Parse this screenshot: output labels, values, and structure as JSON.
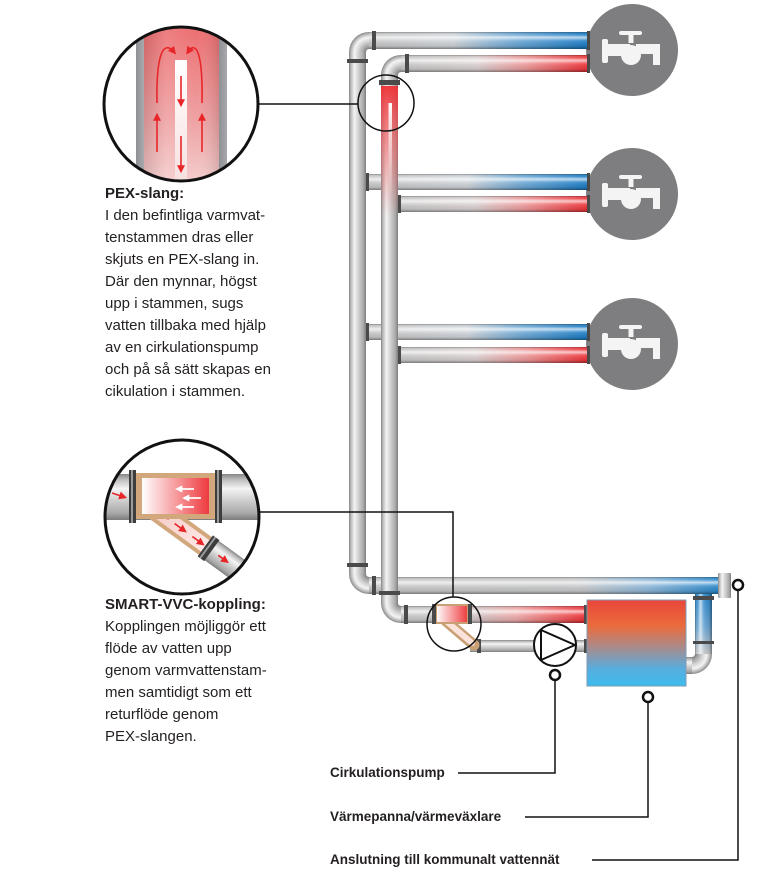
{
  "pex_callout": {
    "title": "PEX-slang:",
    "lines": [
      "I den befintliga varmvat-",
      "tenstammen dras eller",
      "skjuts en PEX-slang in.",
      "Där den mynnar, högst",
      "upp i stammen, sugs",
      "vatten tillbaka med hjälp",
      "av en cirkulationspump",
      "och på så sätt skapas en",
      "cikulation i stammen."
    ]
  },
  "smart_callout": {
    "title": "SMART-VVC-koppling:",
    "lines": [
      "Kopplingen möjliggör ett",
      "flöde av vatten upp",
      "genom varmvattenstam-",
      "men samtidigt som ett",
      "returflöde genom",
      "PEX-slangen."
    ]
  },
  "labels": {
    "pump": "Cirkulationspump",
    "boiler": "Värmepanna/värmeväxlare",
    "connection": "Anslutning till kommunalt vattennät"
  },
  "taps": [
    {
      "icon": "faucet-icon",
      "supply": [
        "cold",
        "hot"
      ]
    },
    {
      "icon": "faucet-icon",
      "supply": [
        "cold",
        "hot"
      ]
    },
    {
      "icon": "faucet-icon",
      "supply": [
        "cold",
        "hot"
      ]
    }
  ],
  "colors": {
    "hot": "#ee3035",
    "cold": "#1a7cc6",
    "pipe": "#c8c8c8",
    "tap_background": "#7e7e81",
    "boiler_top": "#e9463a",
    "boiler_bottom": "#3cbcec",
    "arrow_red": "#e8262a"
  }
}
